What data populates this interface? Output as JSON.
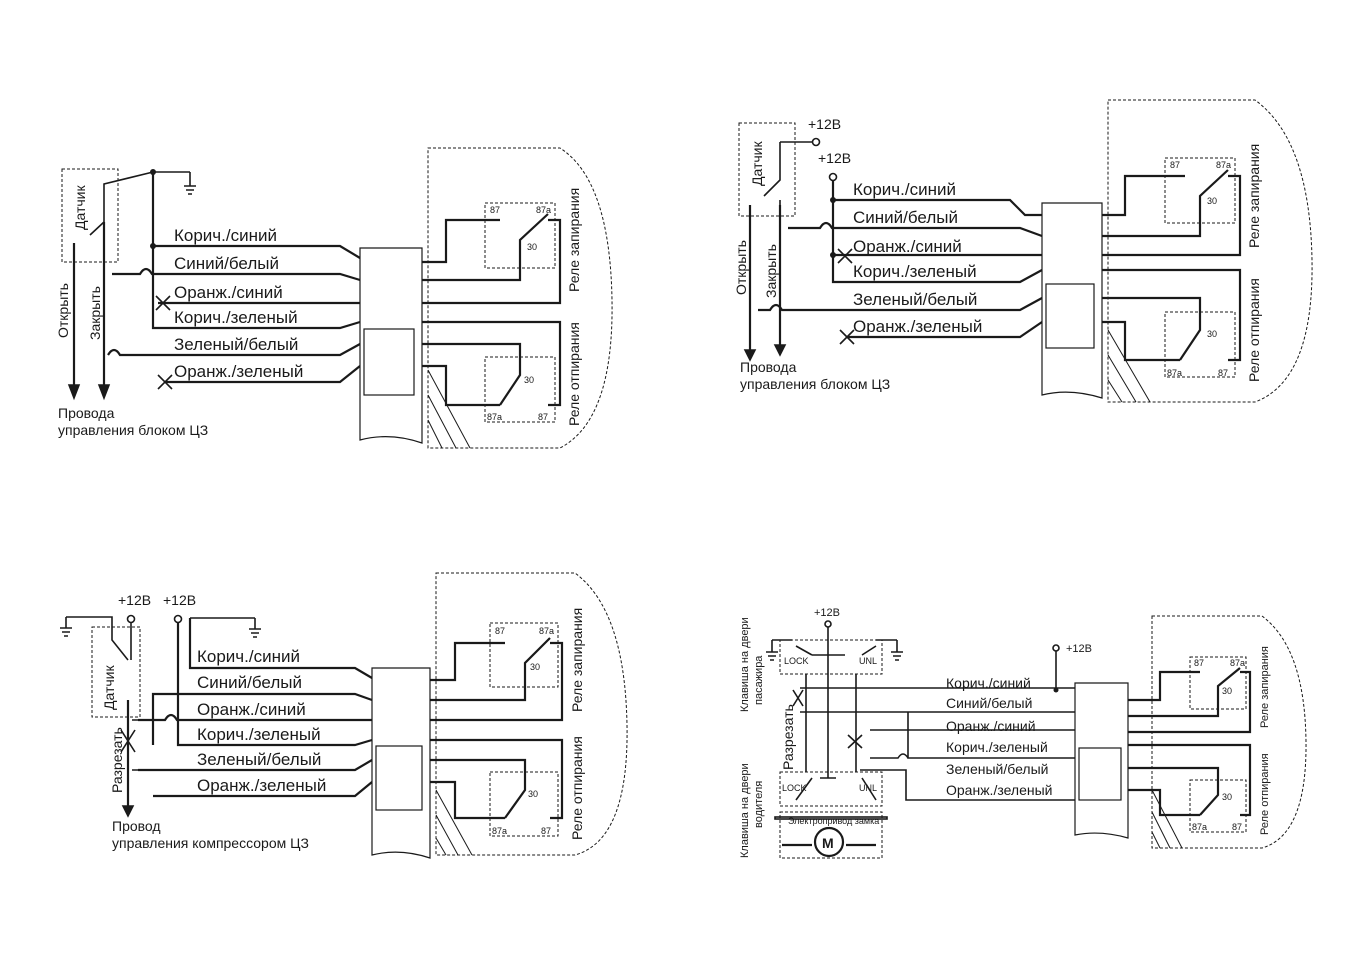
{
  "diagrams": [
    {
      "sensor": "Датчик",
      "open": "Открыть",
      "close": "Закрыть",
      "wires": [
        "Корич./синий",
        "Синий/белый",
        "Оранж./синий",
        "Корич./зеленый",
        "Зеленый/белый",
        "Оранж./зеленый"
      ],
      "note_line1": "Провода",
      "note_line2": "управления блоком ЦЗ",
      "relay_lock": "Реле запирания",
      "relay_unlock": "Реле отпирания",
      "pins": {
        "p87": "87",
        "p87a": "87a",
        "p30": "30"
      }
    },
    {
      "sensor": "Датчик",
      "open": "Открыть",
      "close": "Закрыть",
      "v1": "+12В",
      "v2": "+12В",
      "wires": [
        "Корич./синий",
        "Синий/белый",
        "Оранж./синий",
        "Корич./зеленый",
        "Зеленый/белый",
        "Оранж./зеленый"
      ],
      "note_line1": "Провода",
      "note_line2": "управления блоком ЦЗ",
      "relay_lock": "Реле запирания",
      "relay_unlock": "Реле отпирания",
      "pins": {
        "p87": "87",
        "p87a": "87a",
        "p30": "30"
      }
    },
    {
      "sensor": "Датчик",
      "cut": "Разрезать",
      "v1": "+12В",
      "v2": "+12В",
      "wires": [
        "Корич./синий",
        "Синий/белый",
        "Оранж./синий",
        "Корич./зеленый",
        "Зеленый/белый",
        "Оранж./зеленый"
      ],
      "note_line1": "Провод",
      "note_line2": "управления компрессором ЦЗ",
      "relay_lock": "Реле запирания",
      "relay_unlock": "Реле отпирания",
      "pins": {
        "p87": "87",
        "p87a": "87a",
        "p30": "30"
      }
    },
    {
      "v1": "+12В",
      "v2": "+12В",
      "cut": "Разрезать",
      "passenger_line1": "Клавиша на двери",
      "passenger_line2": "пасажира",
      "driver_line1": "Клавиша на двери",
      "driver_line2": "водителя",
      "lock": "LOCK",
      "unl": "UNL",
      "motor": "M",
      "actuator": "Электропривод замка",
      "wires": [
        "Корич./синий",
        "Синий/белый",
        "Оранж./синий",
        "Корич./зеленый",
        "Зеленый/белый",
        "Оранж./зеленый"
      ],
      "relay_lock": "Реле запирания",
      "relay_unlock": "Реле отпирания",
      "pins": {
        "p87": "87",
        "p87a": "87a",
        "p30": "30"
      }
    }
  ]
}
